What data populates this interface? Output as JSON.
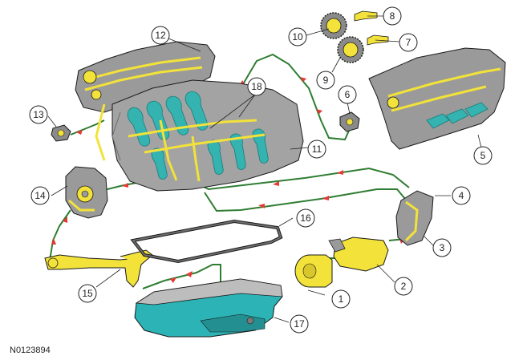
{
  "figure_id": "N0123894",
  "callouts": [
    "1",
    "2",
    "3",
    "4",
    "5",
    "6",
    "7",
    "8",
    "9",
    "10",
    "11",
    "12",
    "13",
    "14",
    "15",
    "16",
    "17",
    "18"
  ],
  "colors": {
    "part_gray": "#9a9a9a",
    "part_dark": "#6d6d6d",
    "oil_gallery_yellow": "#f2e23a",
    "cooling_jacket_teal": "#34b3b0",
    "flow_line_green": "#2e7d32",
    "flow_arrow_red": "#e53935",
    "outline": "#1a1a1a",
    "pan_teal": "#2bb3b5"
  }
}
